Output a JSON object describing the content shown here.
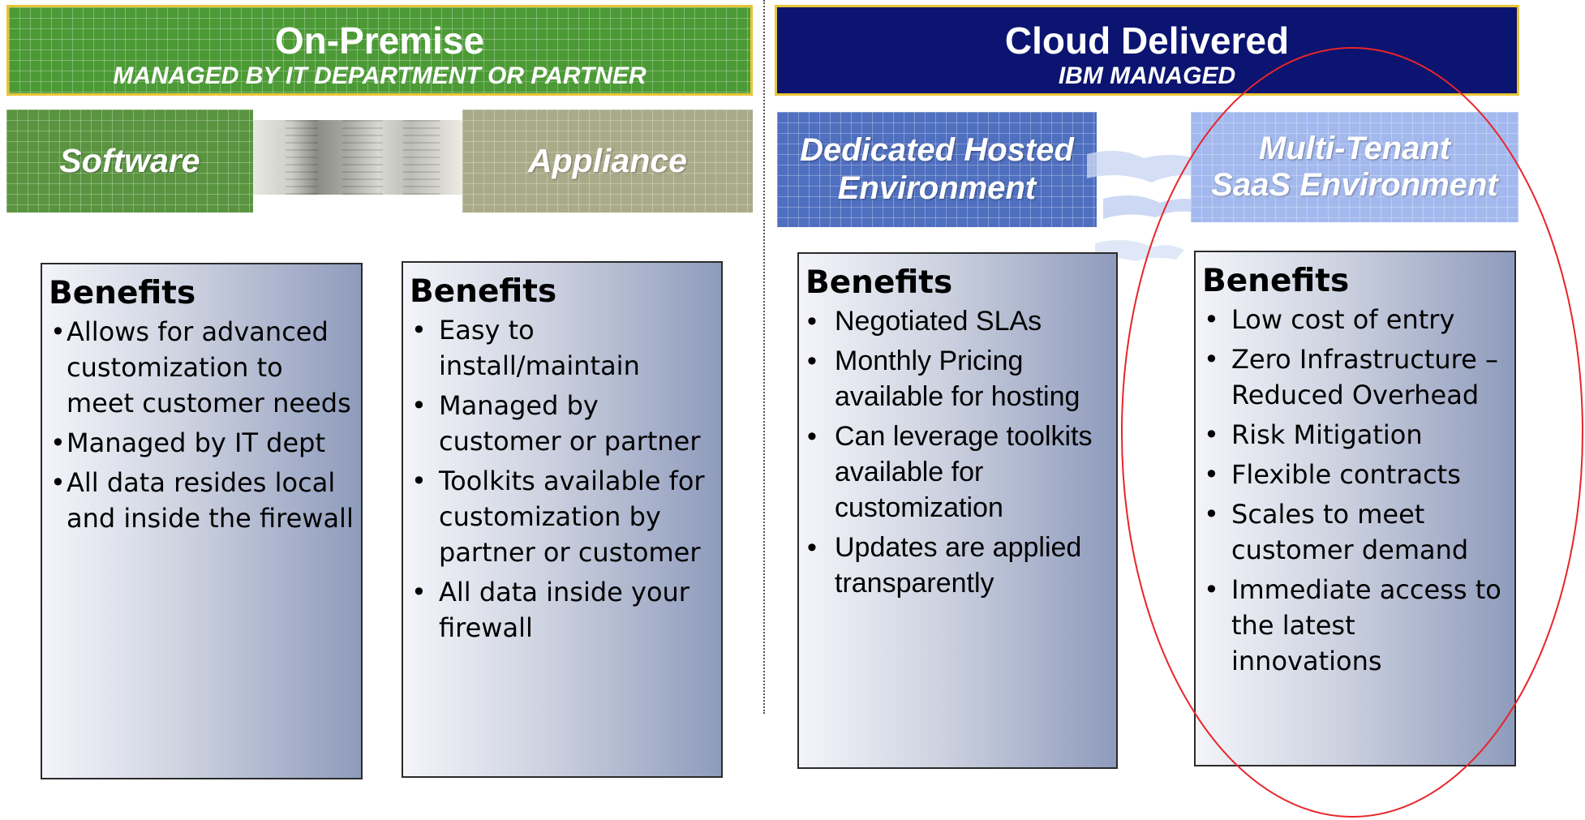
{
  "onprem": {
    "title": "On-Premise",
    "subtitle": "MANAGED BY IT  DEPARTMENT OR PARTNER",
    "software_label": "Software",
    "appliance_label": "Appliance"
  },
  "cloud": {
    "title": "Cloud Delivered",
    "subtitle": "IBM MANAGED",
    "dedicated_line1": "Dedicated Hosted",
    "dedicated_line2": "Environment",
    "multitenant_line1": "Multi-Tenant",
    "multitenant_line2": "SaaS Environment"
  },
  "panels": [
    {
      "heading": "Benefits",
      "items": [
        "Allows for advanced customization to meet customer needs",
        "Managed by IT dept",
        "All data resides local and inside the firewall"
      ]
    },
    {
      "heading": "Benefits",
      "items": [
        "Easy to install/maintain",
        "Managed by customer or partner",
        "Toolkits available for customization by partner or customer",
        "All data inside your firewall"
      ]
    },
    {
      "heading": "Benefits",
      "items": [
        "Negotiated SLAs",
        "Monthly Pricing available for hosting",
        "Can leverage toolkits available for customization",
        "Updates are applied transparently"
      ]
    },
    {
      "heading": "Benefits",
      "items": [
        "Low cost of entry",
        "Zero Infrastructure – Reduced Overhead",
        "Risk Mitigation",
        "Flexible contracts",
        "Scales to meet customer demand",
        "Immediate access to the latest innovations"
      ]
    }
  ],
  "colors": {
    "onprem_green": "#4c9a36",
    "cloud_navy": "#0b1470",
    "highlight_red": "#e8252a"
  }
}
